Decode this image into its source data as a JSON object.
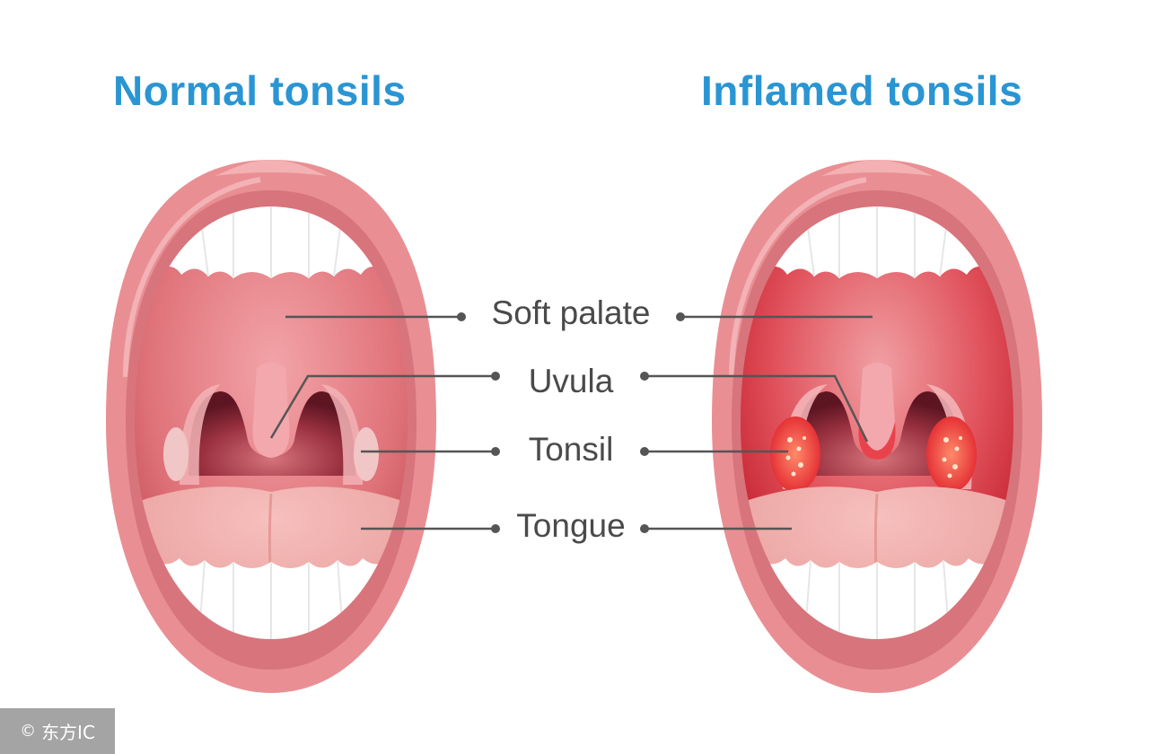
{
  "titles": {
    "normal": "Normal tonsils",
    "inflamed": "Inflamed tonsils"
  },
  "labels": {
    "soft_palate": "Soft palate",
    "uvula": "Uvula",
    "tonsil": "Tonsil",
    "tongue": "Tongue"
  },
  "watermark": {
    "symbol": "©",
    "text": "东方IC"
  },
  "colors": {
    "title": "#2a95d3",
    "lip": "#e98f94",
    "lip_dark": "#d8747c",
    "palate": "#d9646b",
    "palate_inflamed": "#d23a44",
    "throat": "#8e2a36",
    "uvula": "#f2a8ad",
    "tongue": "#f0aaa8",
    "teeth": "#ffffff",
    "leader_line": "#555555"
  }
}
